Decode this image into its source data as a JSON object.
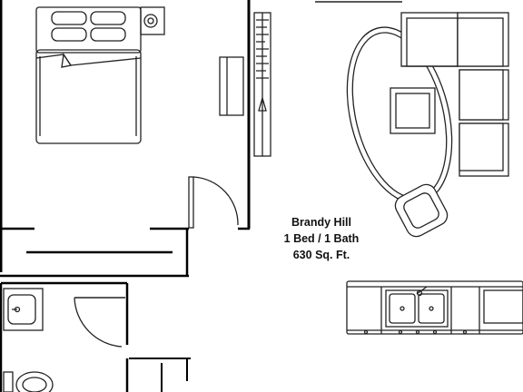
{
  "plan": {
    "name_line": "Brandy Hill",
    "layout_line": "1 Bed / 1 Bath",
    "area_line": "630 Sq. Ft."
  },
  "colors": {
    "wall": "#000000",
    "line": "#222222",
    "background": "#ffffff"
  },
  "icons": [
    "bed-icon",
    "nightstand-lamp-icon",
    "dresser-icon",
    "closet-rod-icon",
    "rug-icon",
    "coffee-table-icon",
    "sectional-sofa-icon",
    "armchair-icon",
    "sink-icon",
    "toilet-icon",
    "kitchen-counter-icon",
    "kitchen-sink-icon"
  ]
}
